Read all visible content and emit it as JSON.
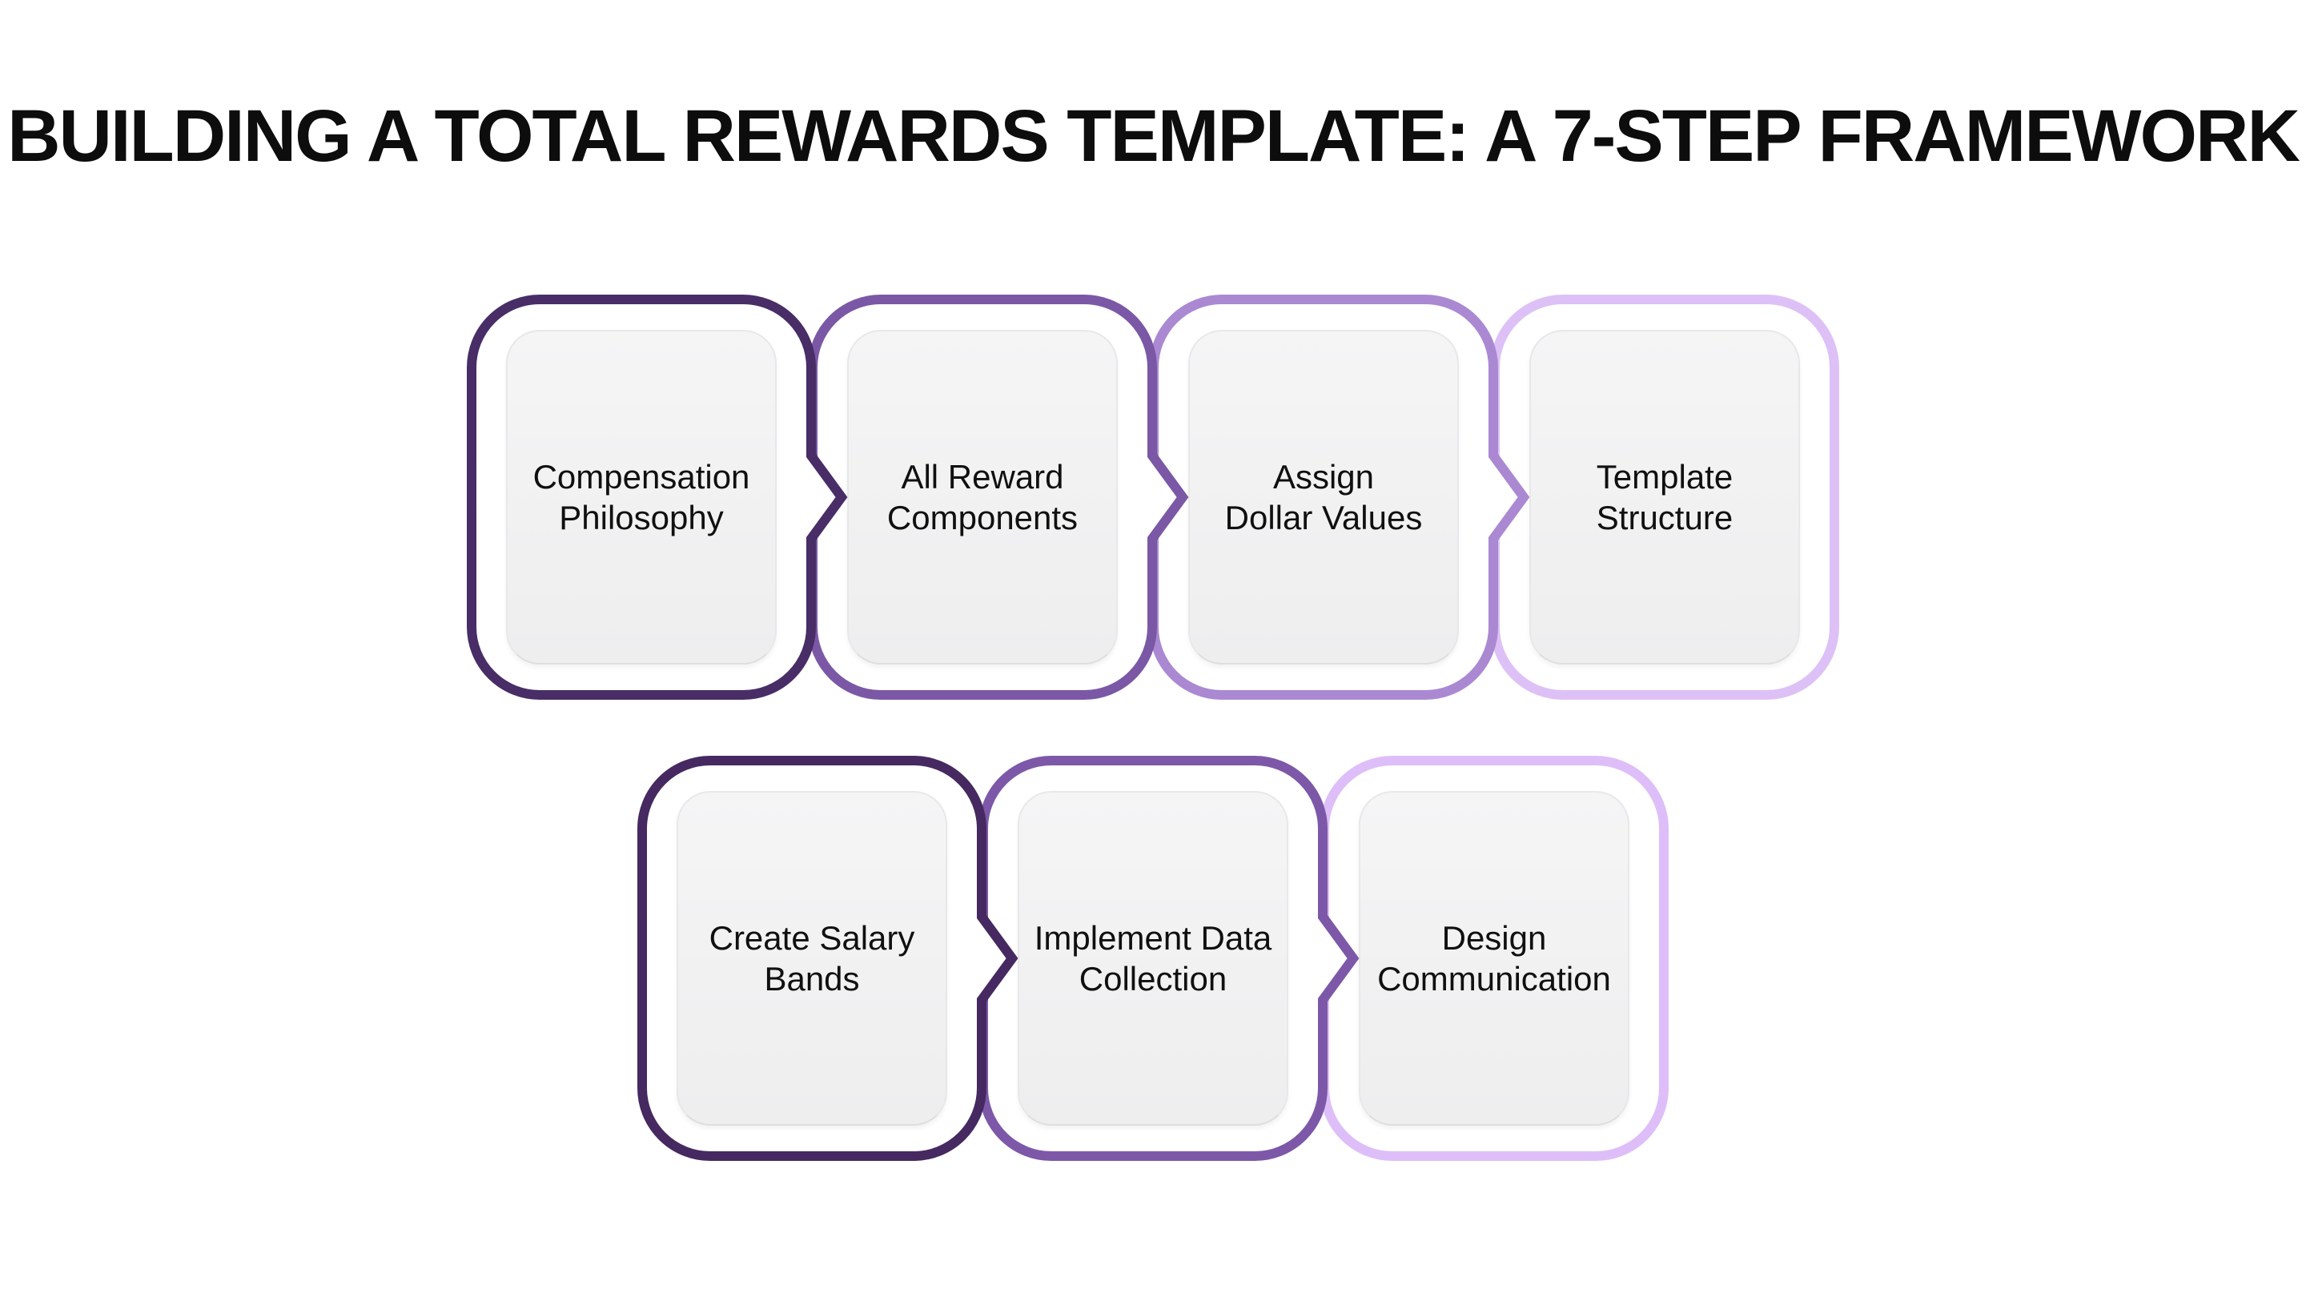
{
  "title": "BUILDING A TOTAL REWARDS TEMPLATE: A 7-STEP FRAMEWORK",
  "diagram": {
    "step_count": 7,
    "background_color": "#ffffff",
    "card_fill": "#f1f1f2",
    "text_color": "#101010",
    "steps": [
      {
        "label": "Compensation Philosophy",
        "line1": "Compensation",
        "line2": "Philosophy",
        "color": "#482d67",
        "has_arrow": true,
        "row": 1
      },
      {
        "label": "All Reward Components",
        "line1": "All Reward",
        "line2": "Components",
        "color": "#7b58a5",
        "has_arrow": true,
        "row": 1
      },
      {
        "label": "Assign Dollar Values",
        "line1": "Assign",
        "line2": "Dollar Values",
        "color": "#aa89d2",
        "has_arrow": true,
        "row": 1
      },
      {
        "label": "Template Structure",
        "line1": "Template",
        "line2": "Structure",
        "color": "#ddc1f6",
        "has_arrow": false,
        "row": 1
      },
      {
        "label": "Create Salary Bands",
        "line1": "Create Salary",
        "line2": "Bands",
        "color": "#452960",
        "has_arrow": true,
        "row": 2
      },
      {
        "label": "Implement Data Collection",
        "line1": "Implement Data",
        "line2": "Collection",
        "color": "#7d58a8",
        "has_arrow": true,
        "row": 2
      },
      {
        "label": "Design Communication",
        "line1": "Design",
        "line2": "Communication",
        "color": "#debef8",
        "has_arrow": false,
        "row": 2
      }
    ]
  }
}
